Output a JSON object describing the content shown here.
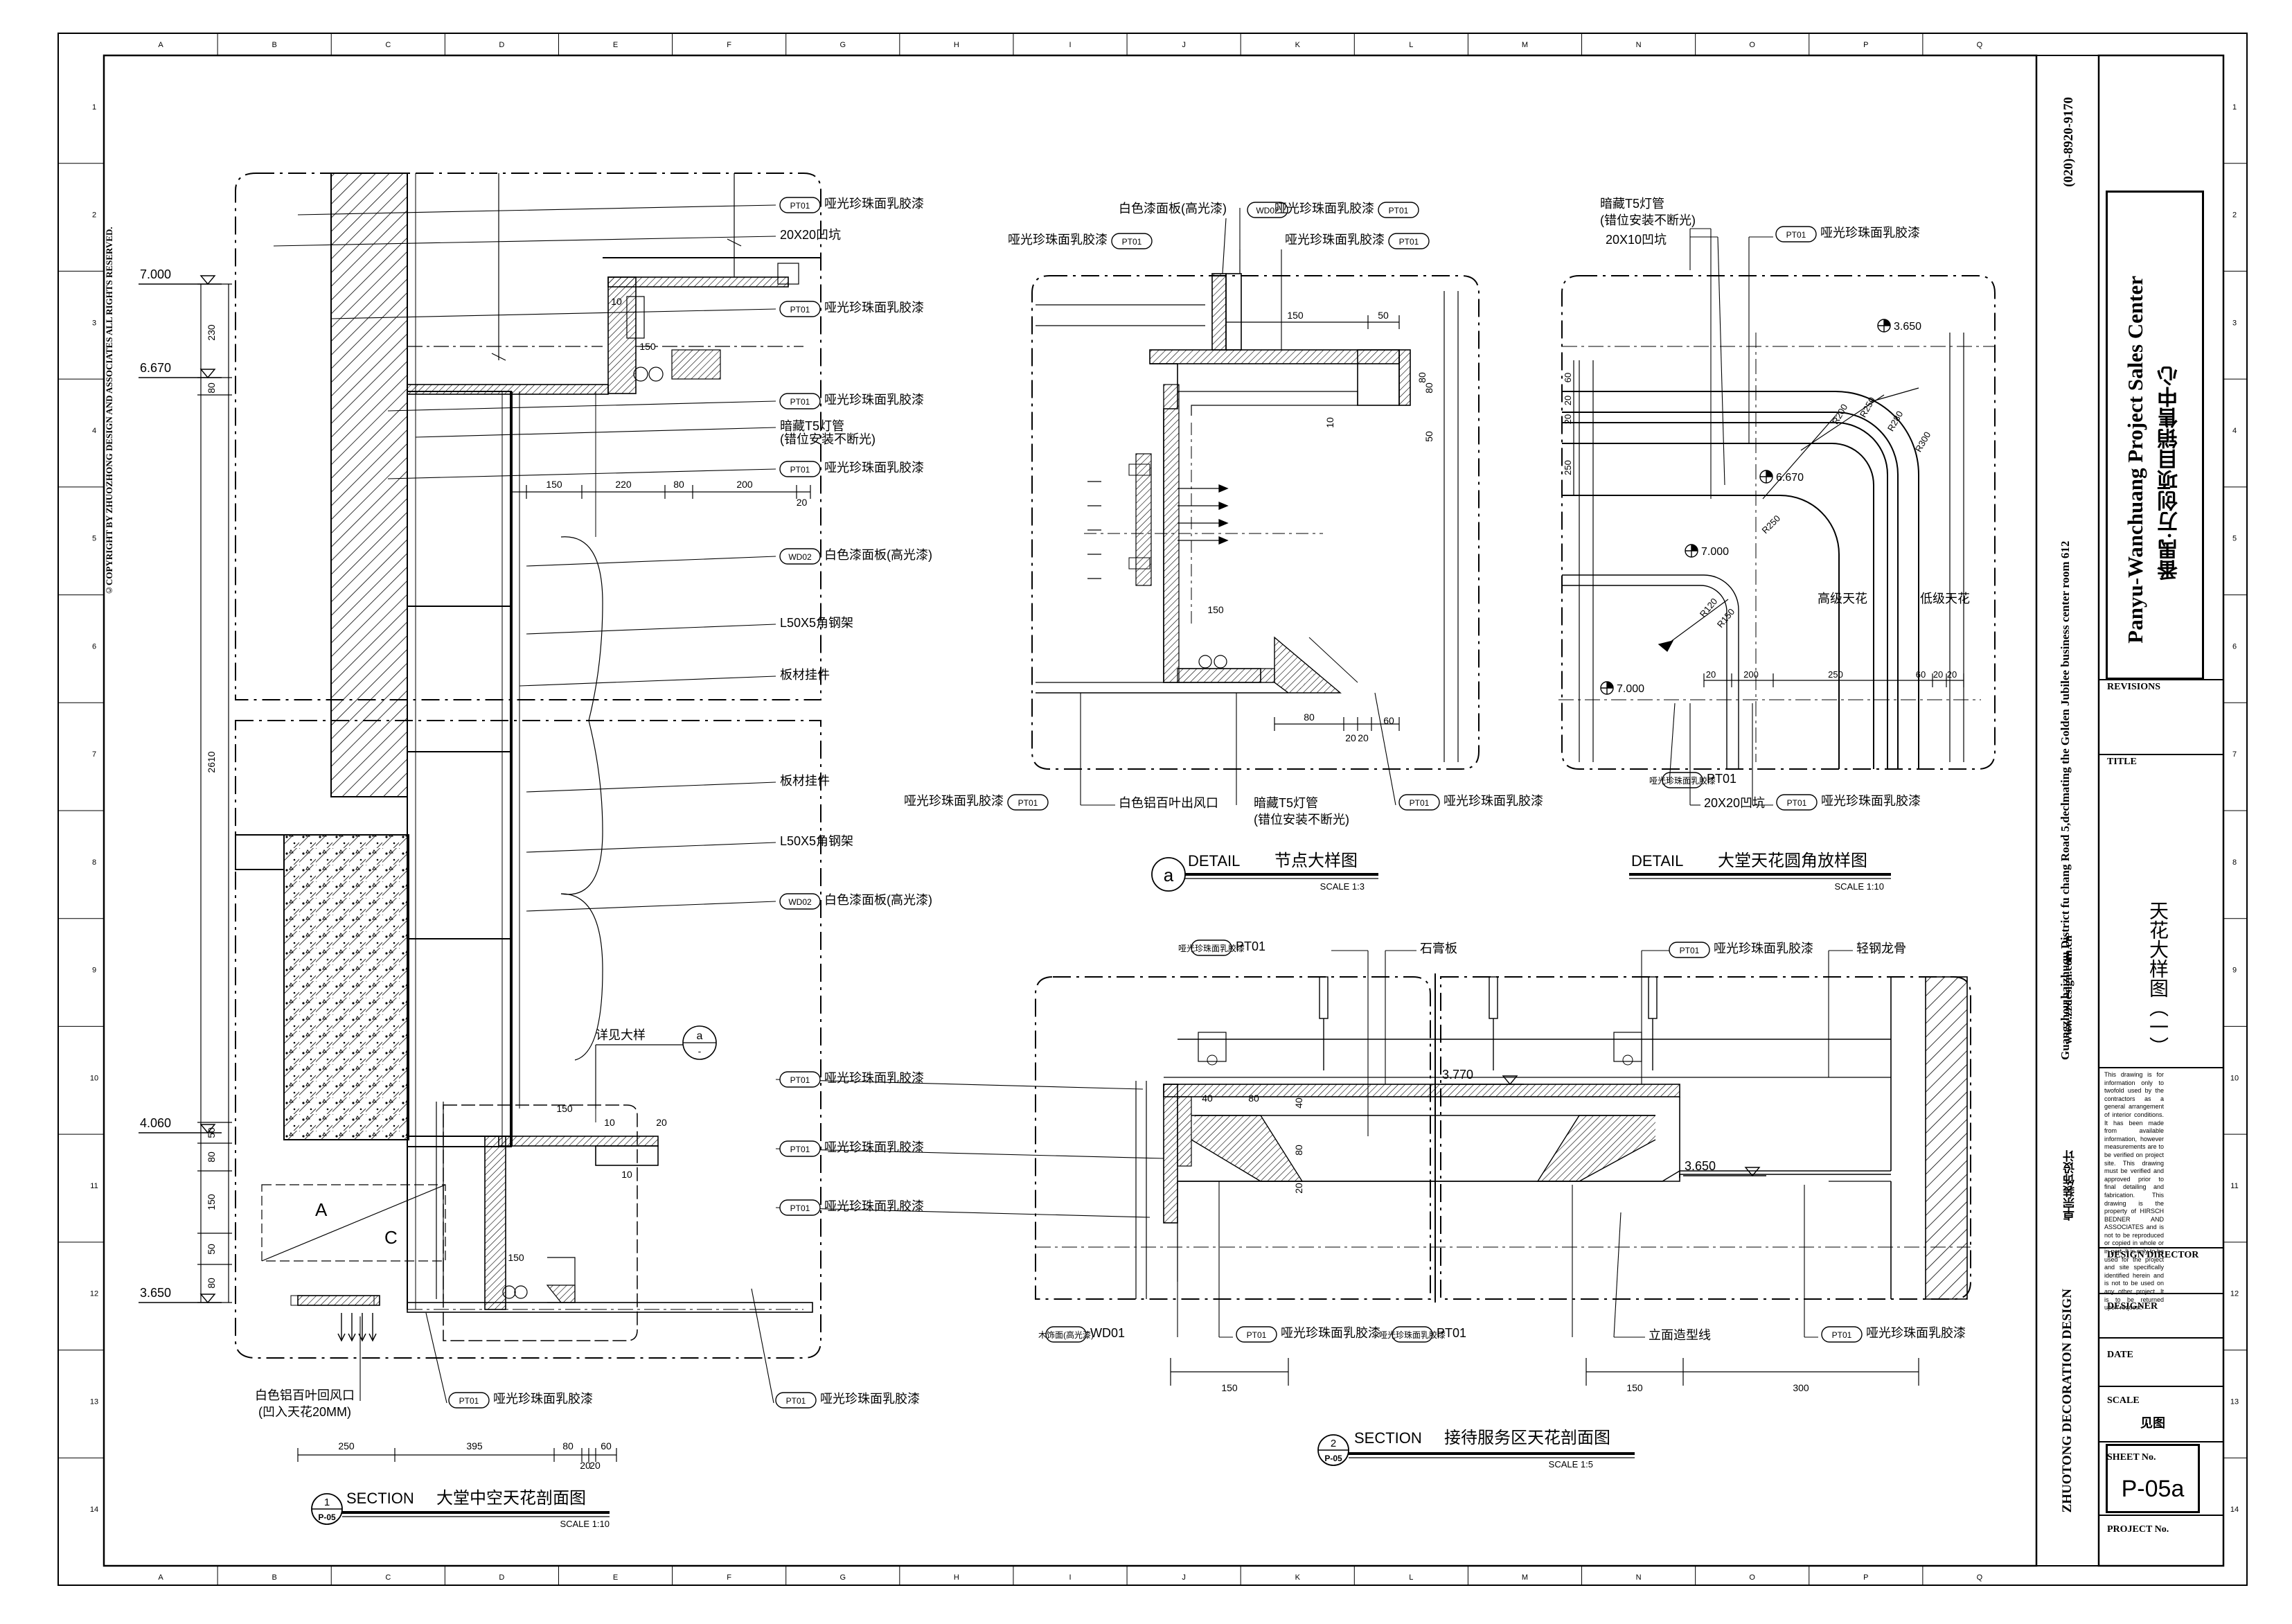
{
  "grid": {
    "columns": [
      "A",
      "B",
      "C",
      "D",
      "E",
      "F",
      "G",
      "H",
      "I",
      "J",
      "K",
      "L",
      "M",
      "N",
      "O",
      "P",
      "Q"
    ],
    "rows": [
      "1",
      "2",
      "3",
      "4",
      "5",
      "6",
      "7",
      "8",
      "9",
      "10",
      "11",
      "12",
      "13",
      "14"
    ]
  },
  "copyright": "©COPYRIGHT BY ZHUOZHONG DESIGN AND ASSOCIATES ALL RIGHTS RESERVED.",
  "firm": {
    "phone": "(020)-8920-9170",
    "address": "Guangzhou haizhuqu District fu chang Road 5,declmating the Golden Jubilee business center room 612",
    "web": "www.zzdesign.com.cn",
    "name_cn": "卓宗装饰设计",
    "name_en": "ZHUOTONG DECORATION DESIGN"
  },
  "title_block": {
    "project_en": "Panyu-Wanchuang Project Sales Center",
    "project_cn": "番禺·万创项目销售中心",
    "revisions_label": "REVISIONS",
    "title_label": "TITLE",
    "title_value": "天花大样图（一）",
    "disclaimer": "This drawing is for information only to twofold used by the contractors as a general arrangement of interior conditions. It has been made from available information, however measurements are to be verified on project site. This drawing must be verified and approved prior to final detailing and fabrication. This drawing is the property of HIRSCH BEDNER AND ASSOCIATES and is not to be reproduced or copied in whole or in part. It is only to be used for the project and site specifically identified herein and is not to be used on any other project. It is to be returned upon request.",
    "design_director_label": "DESIGN DIRECTOR",
    "designer_label": "DESIGNER",
    "date_label": "DATE",
    "scale_label": "SCALE",
    "scale_value": "见图",
    "sheet_label": "SHEET No.",
    "sheet_value": "P-05a",
    "project_no_label": "PROJECT No."
  },
  "drawing1": {
    "title_en": "SECTION",
    "title_cn": "大堂中空天花剖面图",
    "scale": "SCALE  1:10",
    "bubble_num": "1",
    "bubble_ref": "P-05",
    "levels": [
      "7.000",
      "6.670",
      "4.060",
      "3.650"
    ],
    "vdims": [
      "230",
      "80",
      "2610",
      "50",
      "80",
      "150",
      "50",
      "80"
    ],
    "hdims_top": [
      "150",
      "220",
      "80",
      "200",
      "20"
    ],
    "hdims_bottom": [
      "250",
      "395",
      "80",
      "20",
      "20",
      "60"
    ],
    "local_dims": [
      "10",
      "150",
      "150",
      "10",
      "150",
      "20",
      "10"
    ],
    "letters": [
      "A",
      "C"
    ],
    "detail_ref": "详见大样",
    "detail_ref_letter": "a",
    "labels": [
      "PT01|哑光珍珠面乳胶漆",
      "|20X20凹坑",
      "PT01|哑光珍珠面乳胶漆",
      "PT01|哑光珍珠面乳胶漆",
      "|暗藏T5灯管",
      "|(错位安装不断光)",
      "PT01|哑光珍珠面乳胶漆",
      "WD02|白色漆面板(高光漆)",
      "|L50X5角钢架",
      "|板材挂件",
      "|板材挂件",
      "|L50X5角钢架",
      "WD02|白色漆面板(高光漆)",
      "PT01|哑光珍珠面乳胶漆",
      "PT01|哑光珍珠面乳胶漆",
      "PT01|哑光珍珠面乳胶漆"
    ],
    "bottom_left_label_1": "白色铝百叶回风口",
    "bottom_left_label_2": "(凹入天花20MM)",
    "bottom_tag_1": "PT01|哑光珍珠面乳胶漆",
    "bottom_tag_2": "PT01|哑光珍珠面乳胶漆"
  },
  "drawing_a": {
    "title_en": "DETAIL",
    "title_cn": "节点大样图",
    "scale": "SCALE  1:3",
    "bubble": "a",
    "top_labels": [
      "|白色漆面板(高光漆)|WD02",
      "|哑光珍珠面乳胶漆|PT01",
      "|哑光珍珠面乳胶漆|PT01",
      "|哑光珍珠面乳胶漆|PT01"
    ],
    "bottom_labels": [
      "|哑光珍珠面乳胶漆|PT01",
      "|白色铝百叶出风口",
      "|暗藏T5灯管",
      "|(错位安装不断光)",
      "PT01|哑光珍珠面乳胶漆"
    ],
    "dims": [
      "150",
      "50",
      "80",
      "10",
      "50",
      "150",
      "50",
      "80",
      "20",
      "20",
      "60"
    ]
  },
  "drawing_round": {
    "title_en": "DETAIL",
    "title_cn": "大堂天花圆角放样图",
    "scale": "SCALE  1:10",
    "top_labels": [
      "暗藏T5灯管",
      "(错位安装不断光)",
      "20X10凹坑",
      "PT01|哑光珍珠面乳胶漆"
    ],
    "levels": [
      "3.650",
      "6.670",
      "7.000",
      "7.000"
    ],
    "radii": [
      "R200",
      "R250",
      "R280",
      "R300",
      "R250",
      "R120",
      "R150"
    ],
    "area_labels": [
      "高级天花",
      "低级天花"
    ],
    "dims": [
      "60",
      "20",
      "20",
      "250",
      "20",
      "200",
      "250",
      "60",
      "20",
      "20"
    ],
    "bottom_labels": [
      "哑光珍珠面乳胶漆|PT01",
      "20X20凹坑",
      "PT01|哑光珍珠面乳胶漆"
    ]
  },
  "drawing2": {
    "title_en": "SECTION",
    "title_cn": "接待服务区天花剖面图",
    "scale": "SCALE  1:5",
    "bubble_num": "2",
    "bubble_ref": "P-05",
    "top_labels": [
      "哑光珍珠面乳胶漆|PT01",
      "石膏板",
      "PT01|哑光珍珠面乳胶漆",
      "轻钢龙骨"
    ],
    "levels": [
      "3.770",
      "3.650"
    ],
    "dims": [
      "40",
      "80",
      "40",
      "80",
      "20"
    ],
    "bottom_labels": [
      "木饰面(高光漆)|WD01",
      "PT01|哑光珍珠面乳胶漆",
      "哑光珍珠面乳胶漆|PT01",
      "立面造型线",
      "PT01|哑光珍珠面乳胶漆"
    ],
    "bottom_dims": [
      "150",
      "150",
      "300"
    ]
  }
}
